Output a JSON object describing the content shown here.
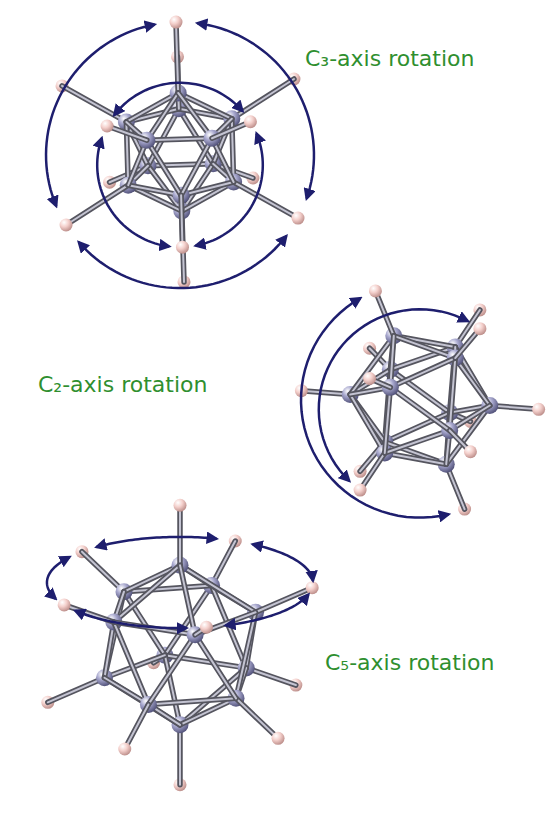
{
  "diagram": {
    "labels": [
      "C₃-axis rotation",
      "C₂-axis rotation",
      "C₅-axis rotation"
    ]
  }
}
